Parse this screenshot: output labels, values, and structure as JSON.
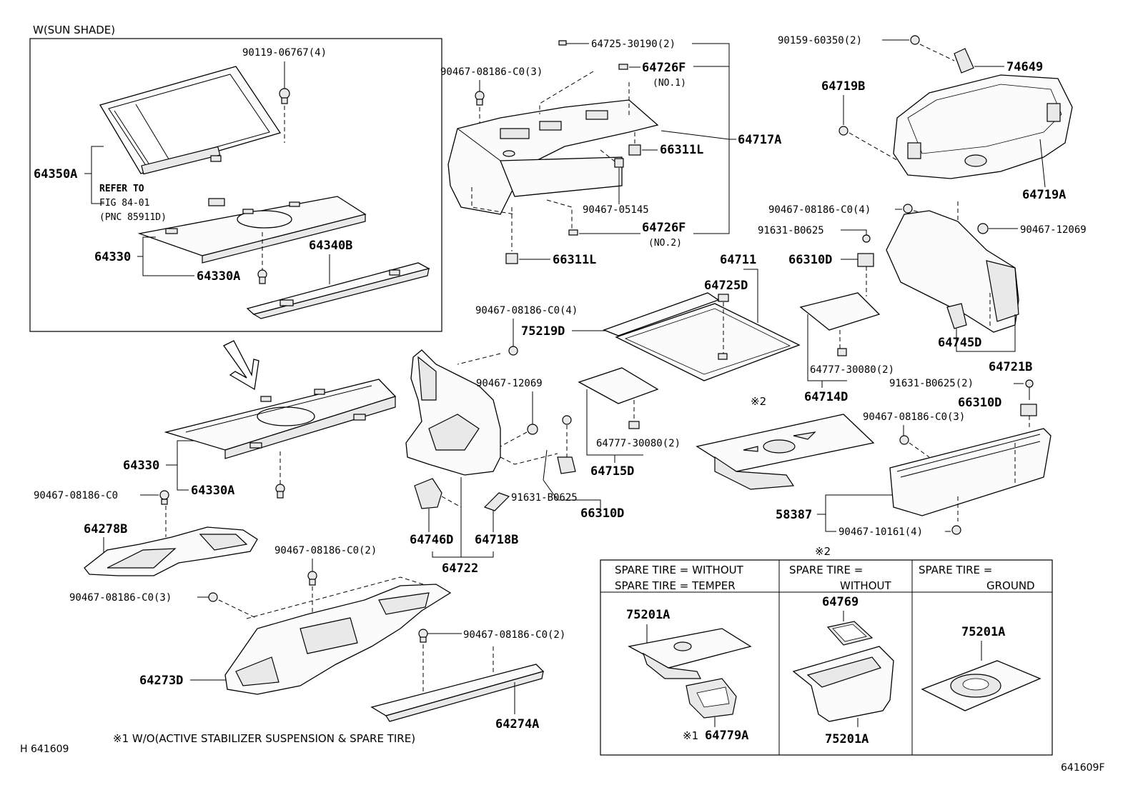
{
  "inset": {
    "title": "W(SUN SHADE)",
    "refer": [
      "REFER TO",
      "FIG 84-01",
      "(PNC 85911D)"
    ],
    "parts": {
      "p90119": "90119-06767(4)",
      "p64350A": "64350A",
      "p64330": "64330",
      "p64330A": "64330A",
      "p64340B": "64340B"
    }
  },
  "labels": {
    "p64725_30190": "64725-30190(2)",
    "p64726F_1": "64726F",
    "no1": "(NO.1)",
    "p90467_08186_3a": "90467-08186-C0(3)",
    "p64717A": "64717A",
    "p66311L_a": "66311L",
    "p90467_05145": "90467-05145",
    "p64726F_2": "64726F",
    "no2": "(NO.2)",
    "p66311L_b": "66311L",
    "p90159": "90159-60350(2)",
    "p74649": "74649",
    "p64719B": "64719B",
    "p64719A": "64719A",
    "p90467_08186_4a": "90467-08186-C0(4)",
    "p91631_a": "91631-B0625",
    "p90467_12069_a": "90467-12069",
    "p66310D_a": "66310D",
    "p64711": "64711",
    "p64725D": "64725D",
    "p90467_08186_4b": "90467-08186-C0(4)",
    "p75219D": "75219D",
    "p64745D": "64745D",
    "p64721B": "64721B",
    "p64777_a": "64777-30080(2)",
    "p64714D": "64714D",
    "p91631_2": "91631-B0625(2)",
    "p66310D_b": "66310D",
    "mark2": "※2",
    "p90467_12069_b": "90467-12069",
    "p90467_08186_3b": "90467-08186-C0(3)",
    "p64777_b": "64777-30080(2)",
    "p64715D": "64715D",
    "p64330_b": "64330",
    "p64330A_b": "64330A",
    "p90467_08186_c0": "90467-08186-C0",
    "p91631_b": "91631-B0625",
    "p66310D_c": "66310D",
    "p58387": "58387",
    "p64278B": "64278B",
    "p64746D": "64746D",
    "p64718B": "64718B",
    "p64722": "64722",
    "p90467_10161": "90467-10161(4)",
    "p90467_08186_2a": "90467-08186-C0(2)",
    "p90467_08186_3c": "90467-08186-C0(3)",
    "p90467_08186_2b": "90467-08186-C0(2)",
    "p64273D": "64273D",
    "p64274A": "64274A",
    "footnote": "※1 W/O(ACTIVE STABILIZER SUSPENSION & SPARE TIRE)",
    "code_left": "H 641609",
    "code_right": "641609F"
  },
  "table": {
    "mark": "※2",
    "col1": [
      "SPARE TIRE = WITHOUT",
      "SPARE TIRE = TEMPER"
    ],
    "col2": [
      "SPARE TIRE =",
      "WITHOUT"
    ],
    "col3": [
      "SPARE TIRE =",
      "GROUND"
    ],
    "c1_part_top": "75201A",
    "c1_mark": "※1",
    "c1_part_bottom": "64779A",
    "c2_part_top": "64769",
    "c2_part_bottom": "75201A",
    "c3_part": "75201A"
  }
}
